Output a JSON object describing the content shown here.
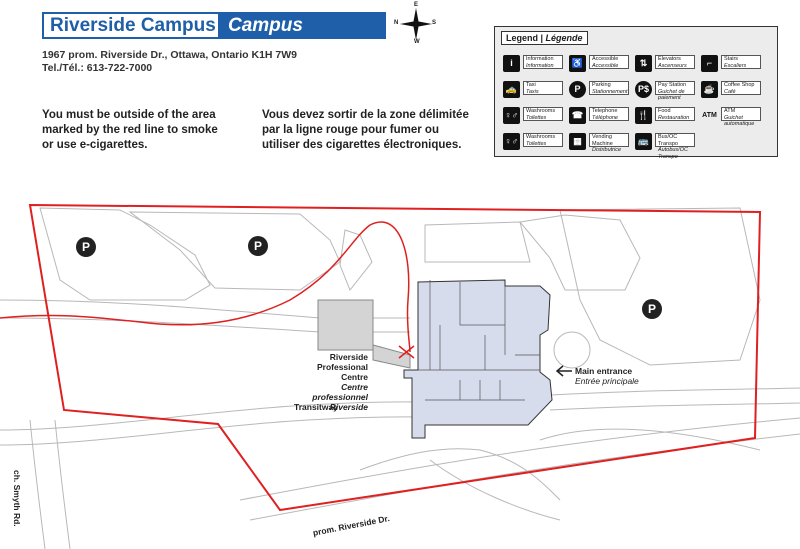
{
  "header": {
    "title_en": "Riverside Campus",
    "title_fr": "Campus Riverside",
    "address": "1967 prom. Riverside Dr., Ottawa, Ontario K1H 7W9",
    "phone": "Tel./Tél.: 613-722-7000"
  },
  "compass": {
    "n": "E",
    "w": "N",
    "e": "S",
    "s": "W"
  },
  "notice": {
    "en_lines": [
      "You must be outside of the area",
      "marked by the red line to smoke",
      "or use e-cigarettes."
    ],
    "fr_lines": [
      "Vous devez sortir de la zone délimitée",
      "par la ligne rouge pour fumer ou",
      "utiliser des cigarettes électroniques."
    ]
  },
  "legend": {
    "title_en": "Legend",
    "title_fr": "Légende",
    "items": [
      {
        "icon": "information-icon",
        "glyph": "i",
        "en": "Information",
        "fr": "Information"
      },
      {
        "icon": "accessible-icon",
        "glyph": "♿",
        "en": "Accessible",
        "fr": "Accessible"
      },
      {
        "icon": "elevators-icon",
        "glyph": "⇅",
        "en": "Elevators",
        "fr": "Ascenseurs"
      },
      {
        "icon": "stairs-icon",
        "glyph": "⌐",
        "en": "Stairs",
        "fr": "Escaliers"
      },
      {
        "icon": "taxi-icon",
        "glyph": "🚕",
        "en": "Taxi",
        "fr": "Taxis"
      },
      {
        "icon": "parking-icon",
        "glyph": "P",
        "en": "Parking",
        "fr": "Stationnement"
      },
      {
        "icon": "pay-station-icon",
        "glyph": "P$",
        "en": "Pay Station",
        "fr": "Guichet de paiement"
      },
      {
        "icon": "coffee-shop-icon",
        "glyph": "☕",
        "en": "Coffee Shop",
        "fr": "Café"
      },
      {
        "icon": "washrooms-icon",
        "glyph": "♀♂",
        "en": "Washrooms",
        "fr": "Toilettes"
      },
      {
        "icon": "telephone-icon",
        "glyph": "☎",
        "en": "Telephone",
        "fr": "Téléphone"
      },
      {
        "icon": "food-icon",
        "glyph": "🍴",
        "en": "Food",
        "fr": "Restauration"
      },
      {
        "icon": "atm-icon",
        "glyph": "ATM",
        "en": "ATM",
        "fr": "Guichet automatique"
      },
      {
        "icon": "washrooms-accessible-icon",
        "glyph": "♀♂",
        "en": "Washrooms",
        "fr": "Toilettes"
      },
      {
        "icon": "vending-machine-icon",
        "glyph": "▦",
        "en": "Vending Machine",
        "fr": "Distributrice"
      },
      {
        "icon": "bus-icon",
        "glyph": "🚌",
        "en": "Bus/OC Transpo",
        "fr": "Autobus/OC Transpo"
      }
    ]
  },
  "map": {
    "parking_glyph": "P",
    "building_label_en_1": "Riverside",
    "building_label_en_2": "Professional Centre",
    "building_label_fr_1": "Centre professionnel",
    "building_label_fr_2": "Riverside",
    "main_entrance_en": "Main entrance",
    "main_entrance_fr": "Entrée principale",
    "transitway": "Transitway",
    "smyth_rd": "ch. Smyth Rd.",
    "riverside_dr": "prom. Riverside Dr."
  },
  "colors": {
    "brand_blue": "#1f5ea8",
    "smoke_boundary": "#e02020",
    "building_fill": "#d7dcec",
    "road_outline": "#b8b8b8"
  }
}
